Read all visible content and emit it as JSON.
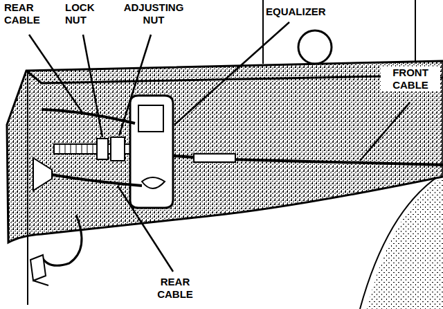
{
  "diagram": {
    "labels": [
      "REAR CABLE",
      "LOCK NUT",
      "ADJUSTING NUT",
      "EQUALIZER",
      "FRONT CABLE",
      "REAR CABLE"
    ]
  }
}
